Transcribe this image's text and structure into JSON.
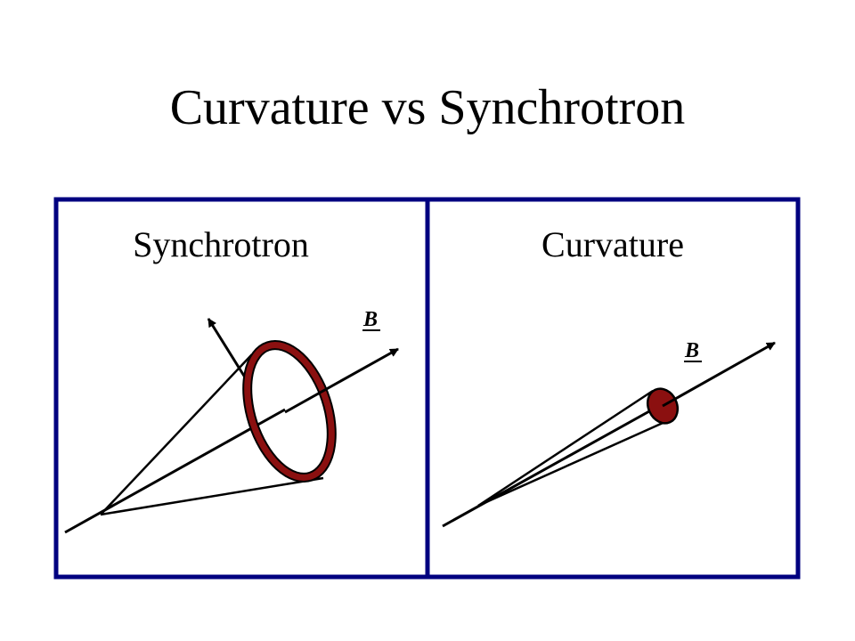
{
  "slide": {
    "title": "Curvature vs Synchrotron"
  },
  "panels": {
    "left": {
      "title": "Synchrotron",
      "field_label": "B"
    },
    "right": {
      "title": "Curvature",
      "field_label": "B"
    }
  },
  "colors": {
    "frame": "#000080",
    "emission": "#8b1010",
    "lines": "#000000"
  }
}
